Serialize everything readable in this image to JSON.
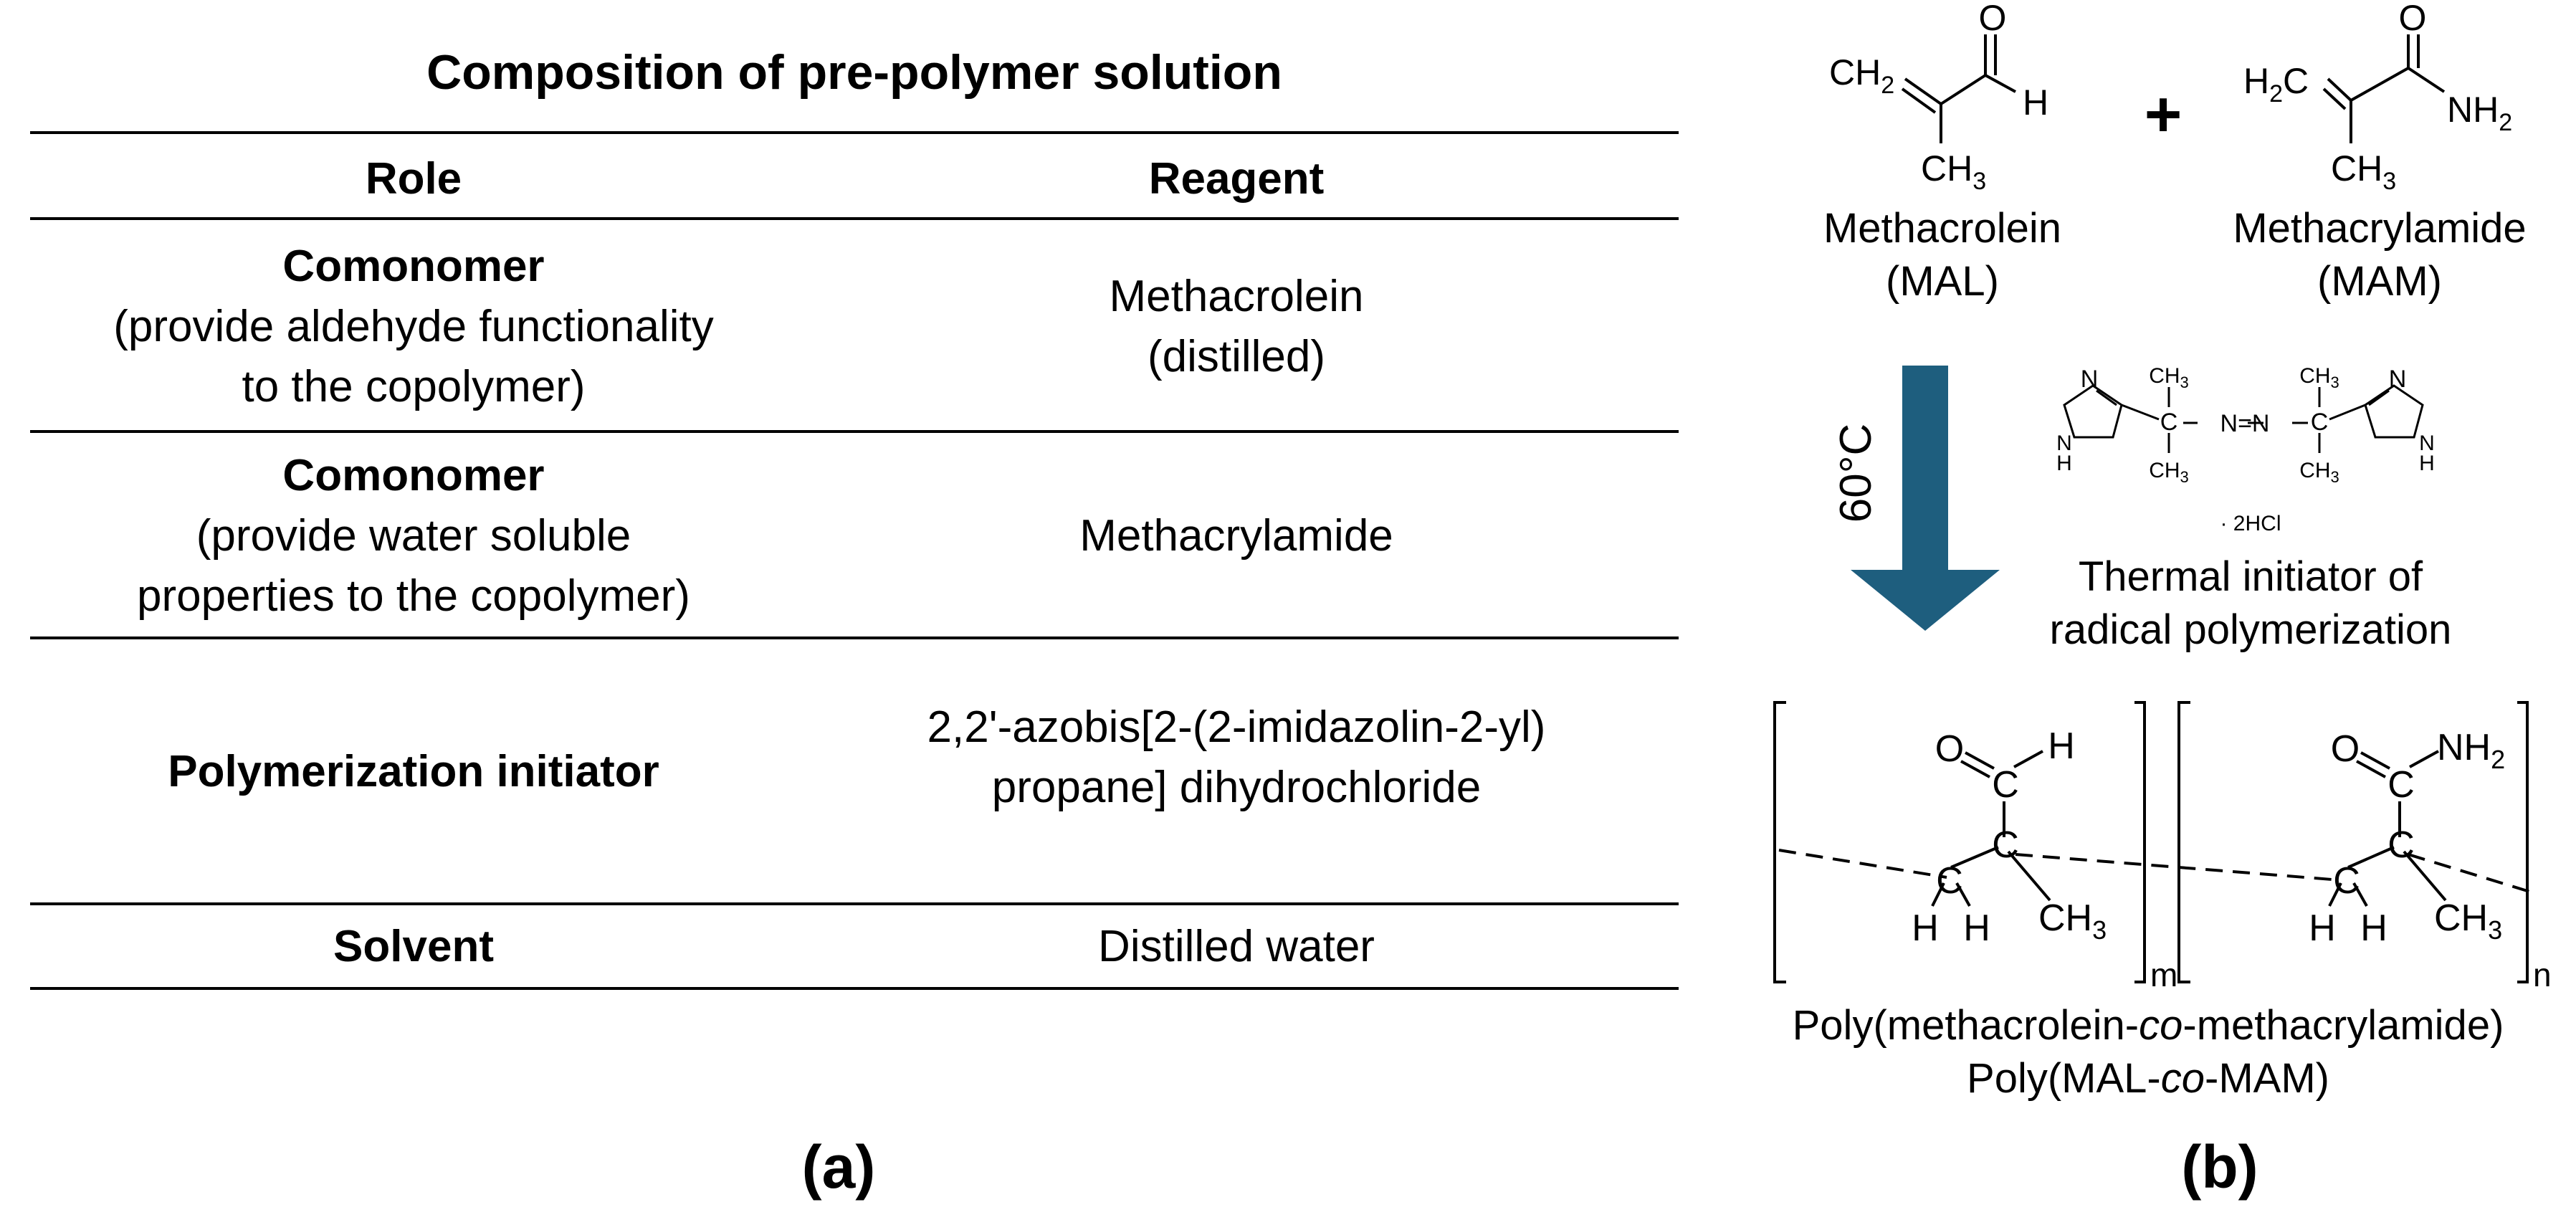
{
  "panel_a": {
    "label": "(a)",
    "title": "Composition of pre-polymer solution",
    "headers": {
      "role": "Role",
      "reagent": "Reagent"
    },
    "rows": [
      {
        "role_title": "Comonomer",
        "role_detail_1": "(provide aldehyde functionality",
        "role_detail_2": "to the copolymer)",
        "reagent_1": "Methacrolein",
        "reagent_2": "(distilled)"
      },
      {
        "role_title": "Comonomer",
        "role_detail_1": "(provide water soluble",
        "role_detail_2": "properties to the copolymer)",
        "reagent_1": "Methacrylamide",
        "reagent_2": ""
      },
      {
        "role_title": "Polymerization initiator",
        "reagent_1": "2,2'-azobis[2-(2-imidazolin-2-yl)",
        "reagent_2": "propane] dihydrochloride"
      },
      {
        "role_title": "Solvent",
        "reagent_1": "Distilled water"
      }
    ]
  },
  "panel_b": {
    "label": "(b)",
    "plus": "+",
    "monomer_1": {
      "name": "Methacrolein",
      "abbr": "(MAL)",
      "atoms": {
        "o": "O",
        "h": "H",
        "ch2": "CH",
        "ch2_sub": "2",
        "ch3": "CH",
        "ch3_sub": "3"
      }
    },
    "monomer_2": {
      "name": "Methacrylamide",
      "abbr": "(MAM)",
      "atoms": {
        "o": "O",
        "nh2": "NH",
        "nh2_sub": "2",
        "h2c": "H",
        "h2c_sub": "2",
        "h2c_c": "C",
        "ch3": "CH",
        "ch3_sub": "3"
      }
    },
    "temperature": "60°C",
    "initiator": {
      "caption_1": "Thermal initiator of",
      "caption_2": "radical polymerization",
      "atoms": {
        "n": "N",
        "h": "H",
        "c": "C",
        "ch3": "CH",
        "ch3_sub": "3",
        "azo": "N=N",
        "salt": "· 2HCl"
      }
    },
    "polymer": {
      "atoms": {
        "o": "O",
        "h": "H",
        "c": "C",
        "nh2": "NH",
        "nh2_sub": "2",
        "ch3": "CH",
        "ch3_sub": "3",
        "m": "m",
        "n": "n"
      },
      "name_prefix": "Poly(methacrolein-",
      "name_co": "co",
      "name_suffix": "-methacrylamide)",
      "abbr_prefix": "Poly(MAL-",
      "abbr_co": "co",
      "abbr_suffix": "-MAM)"
    },
    "colors": {
      "arrow": "#1e5e7e"
    }
  }
}
